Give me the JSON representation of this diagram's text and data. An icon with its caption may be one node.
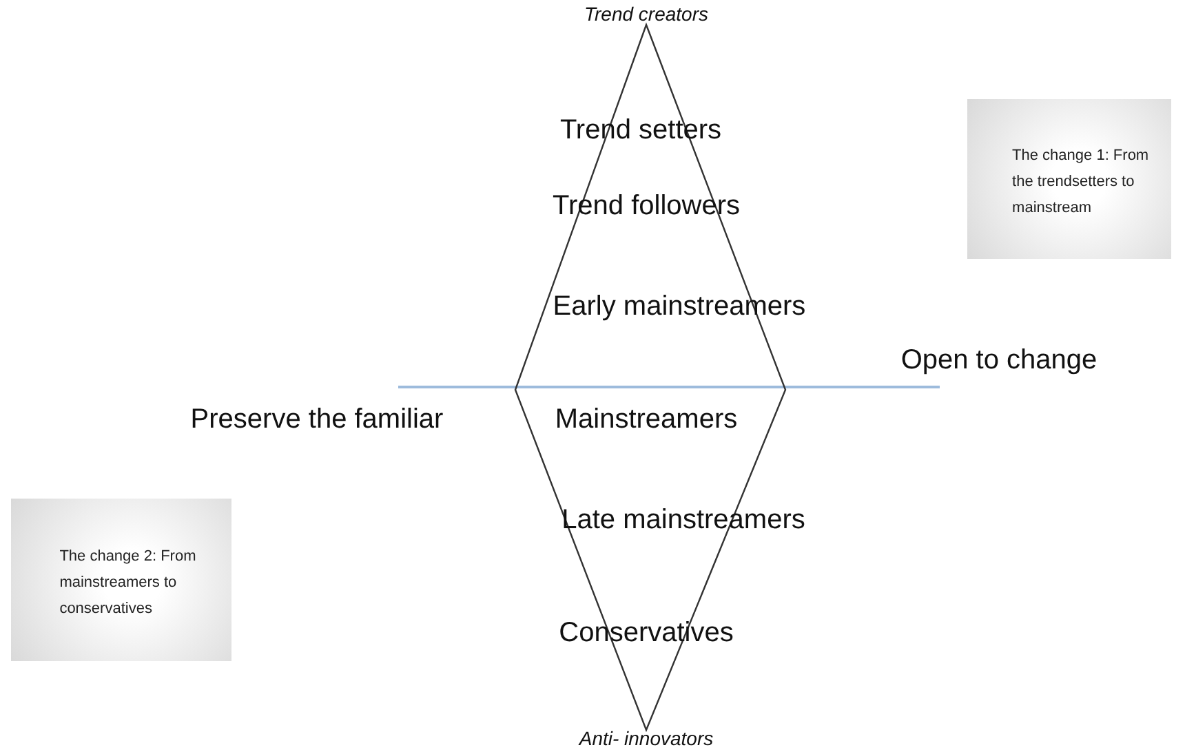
{
  "diagram": {
    "nodes": [
      {
        "text": [
          "Trend setters",
          "Trend followers",
          "Early mainstreamers",
          "Mainstreamers",
          "Late mainstreamers",
          "Conservatives"
        ],
        "beside": [
          "Trend creators",
          "Anti- innovators"
        ]
      },
      {
        "text": [
          "The change 1: From the trendsetters to mainstream"
        ]
      },
      {
        "text": [
          "The change 2: From mainstreamers to conservatives"
        ]
      }
    ],
    "labels": [
      "Open to change",
      "Preserve the familiar"
    ]
  }
}
